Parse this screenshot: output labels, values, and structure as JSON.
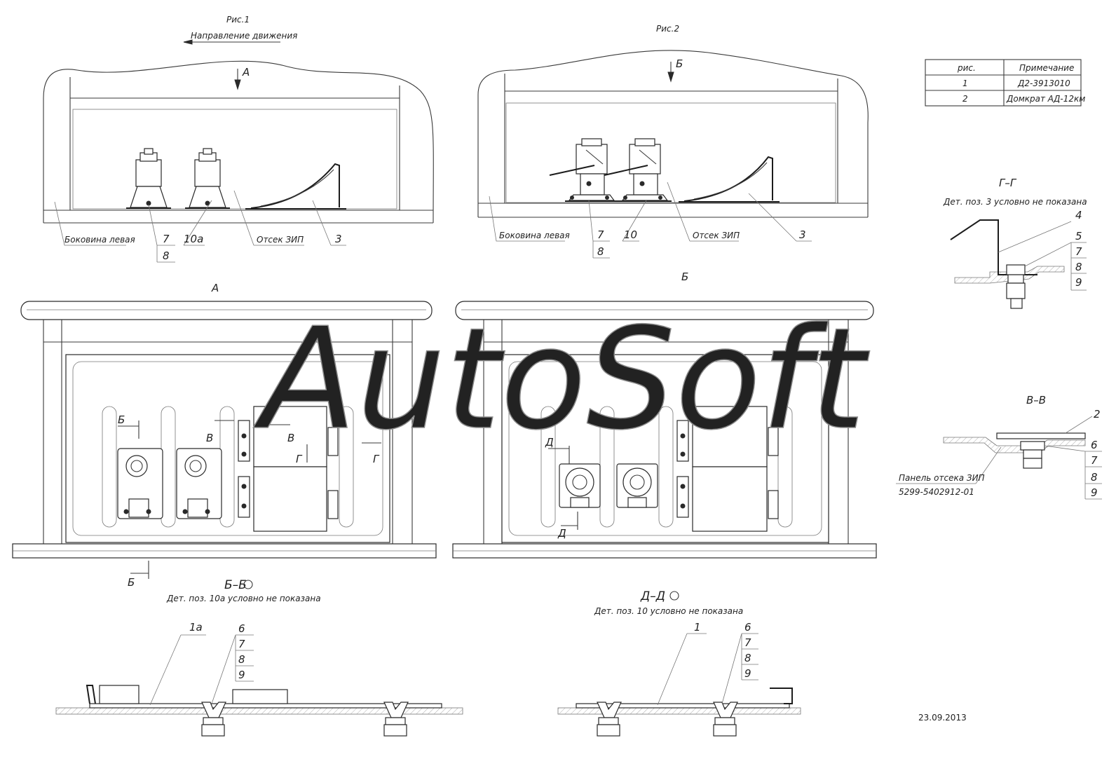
{
  "figure1": {
    "title": "Рис.1",
    "direction_label": "Направление движения",
    "view_arrow": "А",
    "labels": {
      "left_side": "Боковина левая",
      "spare_compartment": "Отсек ЗИП",
      "p7": "7",
      "p8": "8",
      "p10a": "10а",
      "p3": "3"
    }
  },
  "figure2": {
    "title": "Рис.2",
    "view_arrow": "Б",
    "labels": {
      "left_side": "Боковина левая",
      "spare_compartment": "Отсек ЗИП",
      "p7": "7",
      "p8": "8",
      "p10": "10",
      "p3": "3"
    }
  },
  "spec_table": {
    "headers": [
      "рис.",
      "Примечание"
    ],
    "rows": [
      [
        "1",
        "Д2-3913010"
      ],
      [
        "2",
        "Домкрат АД-12км"
      ]
    ]
  },
  "view_a": {
    "title": "А",
    "cut_marks": {
      "b": "Б",
      "v": "В",
      "g": "Г"
    }
  },
  "view_b": {
    "title": "Б",
    "cut_marks": {
      "d": "Д"
    }
  },
  "section_gg": {
    "title": "Г–Г",
    "note": "Дет. поз. 3 условно не показана",
    "labels": [
      "4",
      "5",
      "7",
      "8",
      "9"
    ]
  },
  "section_vv": {
    "title": "В–В",
    "labels": [
      "2",
      "6",
      "7",
      "8",
      "9"
    ],
    "panel_label": "Панель отсека ЗИП",
    "panel_code": "5299-5402912-01"
  },
  "section_bb": {
    "title": "Б–Б",
    "note": "Дет. поз. 10а условно не показана",
    "labels": [
      "1а",
      "6",
      "7",
      "8",
      "9"
    ]
  },
  "section_dd": {
    "title": "Д–Д",
    "note": "Дет. поз. 10 условно не показана",
    "labels": [
      "1",
      "6",
      "7",
      "8",
      "9"
    ]
  },
  "date": "23.09.2013",
  "watermark": "AutoSoft"
}
